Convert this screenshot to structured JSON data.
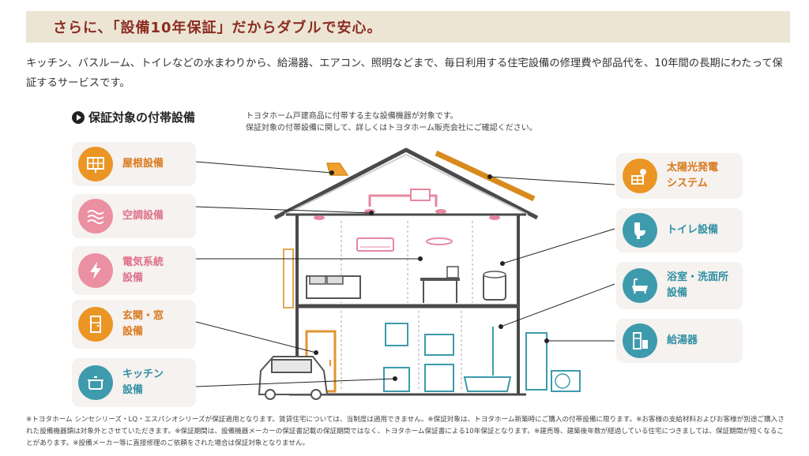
{
  "banner": {
    "title": "さらに、「設備10年保証」だからダブルで安心。"
  },
  "intro": {
    "text": "キッチン、バスルーム、トイレなどの水まわりから、給湯器、エアコン、照明などまで、毎日利用する住宅設備の修理費や部品代を、10年間の長期にわたって保証するサービスです。"
  },
  "section": {
    "title": "保証対象の付帯設備",
    "note_line1": "トヨタホーム戸建商品に付帯する主な設備機器が対象です。",
    "note_line2": "保証対象の付帯設備に関して、詳しくはトヨタホーム販売会社にご確認ください。"
  },
  "left_items": [
    {
      "label": "屋根設備",
      "icon": "roof-panel-icon",
      "color": "#ea9524"
    },
    {
      "label": "空調設備",
      "icon": "air-wave-icon",
      "color": "#eb8fa3"
    },
    {
      "label": "電気系統\n設備",
      "icon": "lightning-icon",
      "color": "#eb8fa3"
    },
    {
      "label": "玄関・窓\n設備",
      "icon": "door-window-icon",
      "color": "#ea9524"
    },
    {
      "label": "キッチン\n設備",
      "icon": "pot-icon",
      "color": "#3e9aad"
    }
  ],
  "right_items": [
    {
      "label": "太陽光発電\nシステム",
      "icon": "solar-sun-icon",
      "color": "#ea9524"
    },
    {
      "label": "トイレ設備",
      "icon": "toilet-icon",
      "color": "#3e9aad"
    },
    {
      "label": "浴室・洗面所\n設備",
      "icon": "bathtub-icon",
      "color": "#3e9aad"
    },
    {
      "label": "給湯器",
      "icon": "water-heater-icon",
      "color": "#3e9aad"
    }
  ],
  "footnote": {
    "text": "※トヨタホーム シンセシリーズ・LQ・エスパシオシリーズが保証適用となります。賃貸住宅については、当制度は適用できません。※保証対象は、トヨタホーム新築時にご購入の付帯設備に限ります。※お客様の支給材料およびお客様が別途ご購入された設備機器類は対象外とさせていただきます。※保証期間は、設備機器メーカーの保証書記載の保証期間ではなく、トヨタホーム保証書による10年保証となります。※建売等、建築後年数が経過している住宅につきましては、保証期間が短くなることがあります。※設備メーカー等に直接修理のご依頼をされた場合は保証対象となりません。"
  }
}
